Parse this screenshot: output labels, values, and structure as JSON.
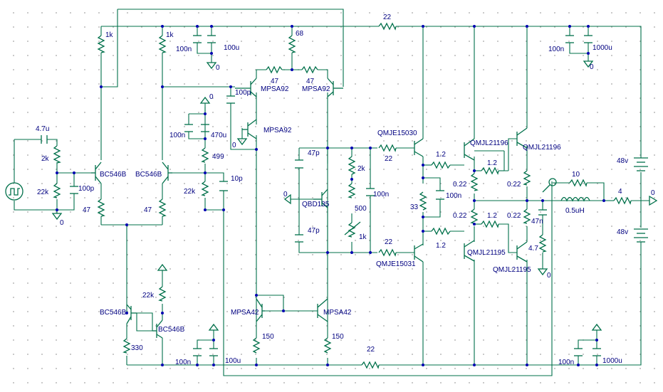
{
  "labels": {
    "r_22_top": "22",
    "r_1k_a": "1k",
    "r_1k_b": "1k",
    "c_100n_a": "100n",
    "c_100u_a": "100u",
    "r_68": "68",
    "r_47_a": "47",
    "r_47_b": "47",
    "q_mpsa92_a": "MPSA92",
    "q_mpsa92_b": "MPSA92",
    "c_100p_a": "100p",
    "q_mpsa92_c": "MPSA92",
    "c_100n_b": "100n",
    "c_470u": "470u",
    "r_499": "499",
    "c_4u7": "4.7u",
    "r_2k_in": "2k",
    "r_22k_in": "22k",
    "c_100p_in": "100p",
    "q_bc546b_a": "BC546B",
    "q_bc546b_b": "BC546B",
    "r_22k_b": "22k",
    "c_10p": "10p",
    "r_47_c": "47",
    "r_47_d": "47",
    "c_47p_a": "47p",
    "r_2k_b": "2k",
    "c_100n_c": "100n",
    "q_qbd135": "QBD135",
    "r_500": "500",
    "r_1k_c": "1k",
    "c_47p_b": "47p",
    "q_qmje15030": "QMJE15030",
    "r_22_a": "22",
    "r_1_2_a": "1.2",
    "q_qmjl21196_a": "QMJL21196",
    "q_qmjl21196_b": "QMJL21196",
    "r_1_2_b": "1.2",
    "r_0_22_a": "0.22",
    "r_0_22_b": "0.22",
    "r_33": "33",
    "c_100n_d": "100n",
    "r_22_b": "22",
    "q_qmje15031": "QMJE15031",
    "r_1_2_c": "1.2",
    "r_0_22_c": "0.22",
    "r_1_2_d": "1.2",
    "r_0_22_d": "0.22",
    "q_qmjl21195_a": "QMJL21195",
    "q_qmjl21195_b": "QMJL21195",
    "c_47n": "47n",
    "r_4_7": "4.7",
    "r_10": "10",
    "l_0_5uh": "0.5uH",
    "r_4": "4",
    "v_48_a": "48v",
    "v_48_b": "48v",
    "c_100n_e": "100n",
    "c_1000u_a": "1000u",
    "c_100n_f": "100n",
    "c_1000u_b": "1000u",
    "r_22k_c": "22k",
    "q_bc546b_c": "BC546B",
    "q_bc546b_d": "BC546B",
    "r_330": "330",
    "c_100n_g": "100n",
    "c_100u_b": "100u",
    "q_mpsa42_a": "MPSA42",
    "q_mpsa42_b": "MPSA42",
    "r_150_a": "150",
    "r_150_b": "150",
    "r_22_bottom": "22",
    "gnd_0_a": "0",
    "gnd_0_b": "0",
    "gnd_0_c": "0",
    "gnd_0_d": "0",
    "gnd_0_e": "0",
    "gnd_0_f": "0",
    "gnd_0_g": "0",
    "gnd_0_h": "0"
  }
}
